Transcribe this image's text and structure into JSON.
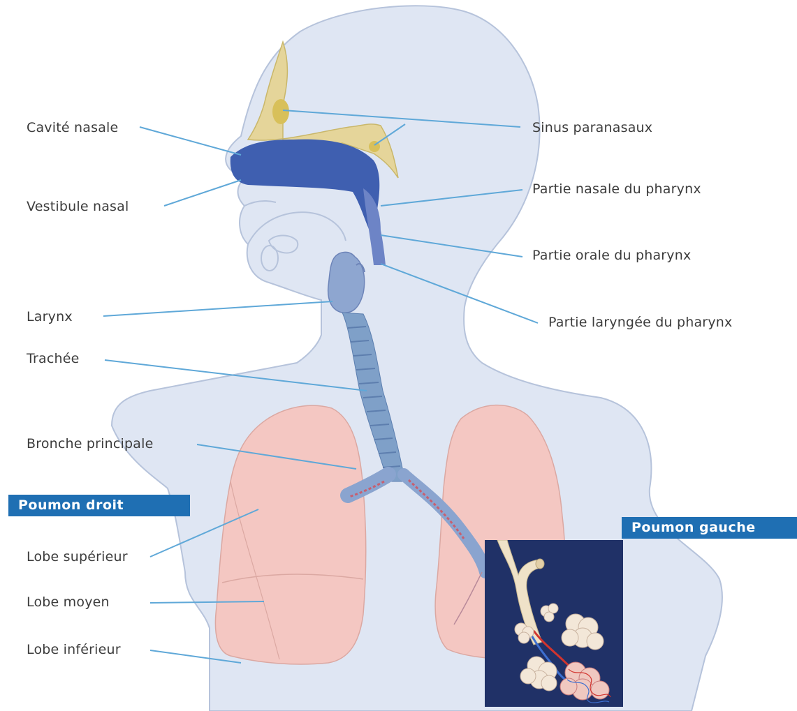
{
  "labels": {
    "left": {
      "cavite_nasale": "Cavité nasale",
      "vestibule_nasal": "Vestibule nasal",
      "larynx": "Larynx",
      "trachee": "Trachée",
      "bronche_principale": "Bronche principale",
      "lobe_superieur": "Lobe supérieur",
      "lobe_moyen": "Lobe moyen",
      "lobe_inferieur": "Lobe inférieur"
    },
    "right": {
      "sinus_paranasaux": "Sinus paranasaux",
      "partie_nasale": "Partie nasale du pharynx",
      "partie_orale": "Partie orale du pharynx",
      "partie_laryngee": "Partie laryngée du pharynx"
    },
    "banners": {
      "poumon_droit": "Poumon droit",
      "poumon_gauche": "Poumon gauche"
    }
  },
  "colors": {
    "body_fill": "#dfe6f3",
    "body_outline": "#b6c3db",
    "lung_fill": "#f4c7c2",
    "sinus_fill": "#e5d59a",
    "nasal_cavity": "#3f5fb0",
    "leader_line": "#5fa8d8",
    "banner_bg": "#1f6fb3",
    "inset_bg": "#1b2a5c"
  }
}
